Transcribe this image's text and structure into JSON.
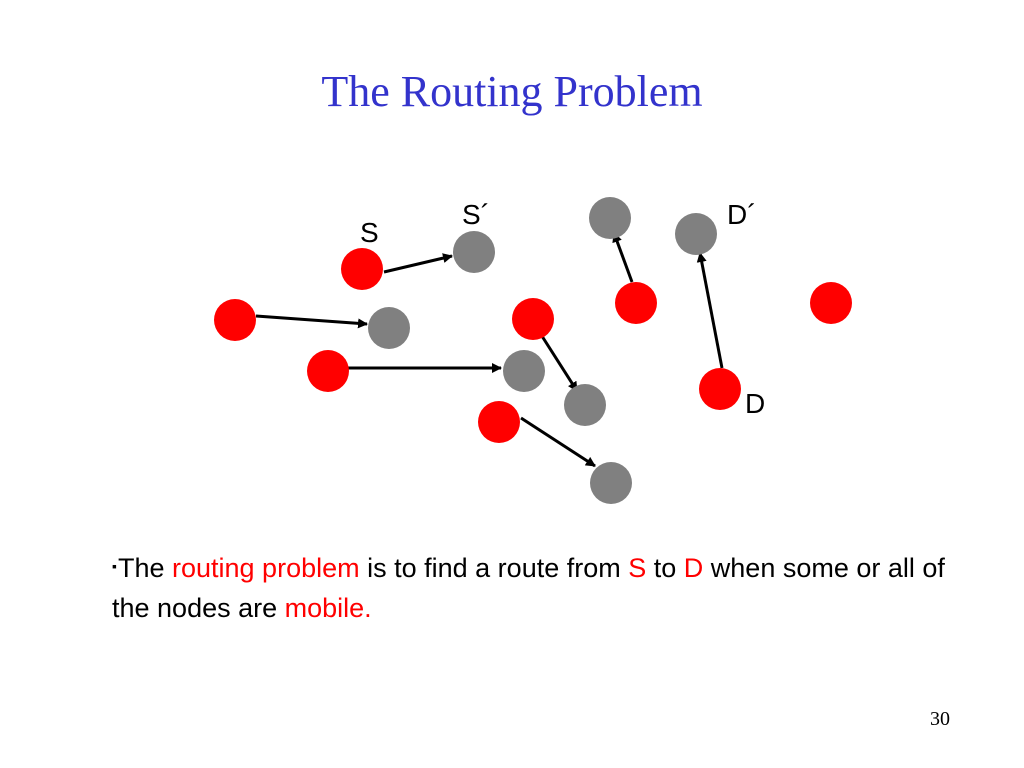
{
  "slide": {
    "title": "The Routing Problem",
    "page_number": "30"
  },
  "diagram": {
    "colors": {
      "original_position": "#ff0000",
      "moved_position": "#808080",
      "arrow": "#000000"
    },
    "labels": {
      "source": "S",
      "source_moved": "S´",
      "destination": "D",
      "destination_moved": "D´"
    }
  },
  "text": {
    "bullet_marker": "▪",
    "part1": "The ",
    "routing_problem": "routing problem",
    "part2": " is to find a route from ",
    "s": "S",
    "part3": " to ",
    "d": "D",
    "part4": " when some or all of the nodes are ",
    "mobile": "mobile."
  }
}
